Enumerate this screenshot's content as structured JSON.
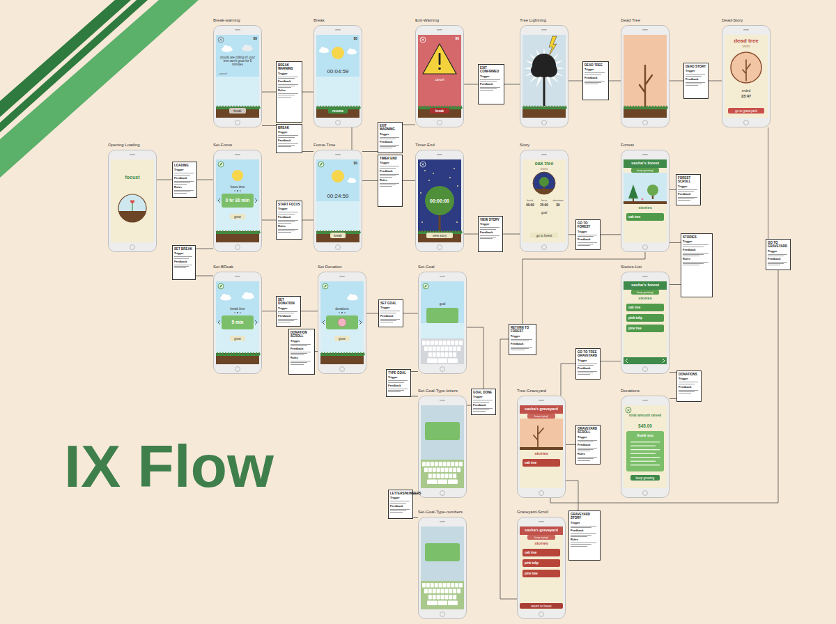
{
  "diagram": {
    "title": "IX Flow",
    "nodes": [
      {
        "text": [
          "Break-warning",
          "$0",
          "clouds are rolling in! your tree won't grow for 5 minutes",
          "cancel",
          "break"
        ]
      },
      {
        "text": [
          "Break",
          "$0",
          "00:04:59",
          "resume"
        ]
      },
      {
        "text": [
          "Exit-Warning",
          "$0",
          "cancel",
          "break"
        ]
      },
      {
        "text": [
          "Tree Lightning"
        ]
      },
      {
        "text": [
          "Dead Tree"
        ]
      },
      {
        "text": [
          "Dead-Story",
          "dead tree",
          "5/5/15",
          "ended",
          "23:47",
          "go to graveyard"
        ]
      },
      {
        "text": [
          "Opening Loading",
          "focust"
        ]
      },
      {
        "text": [
          "Set-Focus",
          "focus time",
          "0 hr 30 min",
          "grow"
        ]
      },
      {
        "text": [
          "Focus-Time",
          "$0",
          "00:24:59",
          "break"
        ]
      },
      {
        "text": [
          "Timer-End",
          "00:00:00",
          "view story"
        ]
      },
      {
        "text": [
          "Story",
          "oak tree",
          "5/5/15",
          "break",
          "focus",
          "donations",
          "00:00",
          "25:00",
          "$0",
          "goal",
          "go to forest"
        ]
      },
      {
        "text": [
          "Forrest",
          "sasha's forest",
          "keep growing!",
          "stories",
          "oak tree"
        ]
      },
      {
        "text": [
          "Set-BReak",
          "break time",
          "5 min",
          "grow"
        ]
      },
      {
        "text": [
          "Set Donation",
          "donations",
          "grow"
        ]
      },
      {
        "text": [
          "Set-Goal",
          "goal"
        ]
      },
      {
        "text": [
          "Stories-List",
          "sasha's forest",
          "keep growing!",
          "stories",
          "oak tree",
          "pink tulip",
          "pine tree"
        ]
      },
      {
        "text": [
          "Set-Goal-Type-letters"
        ]
      },
      {
        "text": [
          "Tree-Graveyard",
          "sasha's graveyard",
          "keep trying!",
          "stories",
          "oak tree"
        ]
      },
      {
        "text": [
          "Donations",
          "total amount raised",
          "$45.00",
          "thank you",
          "keep growing"
        ]
      },
      {
        "text": [
          "Set-Goal-Type-numbers"
        ]
      },
      {
        "text": [
          "Graveyard-Scroll",
          "sasha's graveyard",
          "keep trying!",
          "stories",
          "oak tree",
          "pink tulip",
          "pine tree",
          "return to forest"
        ]
      },
      {
        "text": [
          "LOADING",
          "Trigger",
          "Feedback",
          "Rules"
        ]
      },
      {
        "text": [
          "SET BREAK",
          "Trigger",
          "Feedback"
        ]
      },
      {
        "text": [
          "START FOCUS",
          "Trigger",
          "Feedback",
          "Rules"
        ]
      },
      {
        "text": [
          "BREAK",
          "Trigger",
          "Feedback"
        ]
      },
      {
        "text": [
          "BREAK WARNING",
          "Trigger",
          "Feedback",
          "Rules"
        ]
      },
      {
        "text": [
          "EXIT WARNING",
          "Trigger",
          "Feedback"
        ]
      },
      {
        "text": [
          "TIMER END",
          "Trigger",
          "Feedback",
          "Rules"
        ]
      },
      {
        "text": [
          "EXIT CONFIRMED",
          "Trigger",
          "Feedback"
        ]
      },
      {
        "text": [
          "DEAD TREE",
          "Trigger",
          "Feedback"
        ]
      },
      {
        "text": [
          "DEAD STORY",
          "Trigger",
          "Feedback"
        ]
      },
      {
        "text": [
          "VIEW STORY",
          "Trigger",
          "Feedback"
        ]
      },
      {
        "text": [
          "GO TO FOREST",
          "Trigger",
          "Feedback"
        ]
      },
      {
        "text": [
          "FOREST SCROLL",
          "Trigger",
          "Feedback"
        ]
      },
      {
        "text": [
          "STORIES",
          "Trigger",
          "Feedback",
          "Rules"
        ]
      },
      {
        "text": [
          "GO TO GRAVEYARD",
          "Trigger",
          "Feedback"
        ]
      },
      {
        "text": [
          "SET DONATION",
          "Trigger",
          "Feedback"
        ]
      },
      {
        "text": [
          "DONATION SCROLL",
          "Trigger",
          "Feedback",
          "Rules"
        ]
      },
      {
        "text": [
          "SET GOAL",
          "Trigger",
          "Feedback"
        ]
      },
      {
        "text": [
          "TYPE GOAL",
          "Trigger",
          "Feedback"
        ]
      },
      {
        "text": [
          "GOAL DONE",
          "Trigger",
          "Feedback"
        ]
      },
      {
        "text": [
          "LETTERS/NUMBERS",
          "Trigger",
          "Feedback"
        ]
      },
      {
        "text": [
          "RETURN TO FOREST",
          "Trigger",
          "Feedback"
        ]
      },
      {
        "text": [
          "GO TO TREE GRAVEYARD",
          "Trigger",
          "Feedback"
        ]
      },
      {
        "text": [
          "DONATIONS",
          "Trigger",
          "Feedback"
        ]
      },
      {
        "text": [
          "GRAVEYARD SCROLL",
          "Trigger",
          "Feedback",
          "Rules"
        ]
      },
      {
        "text": [
          "GRAVEYARD STORY",
          "Trigger",
          "Feedback",
          "Rules"
        ]
      }
    ],
    "edges": [
      {
        "from": 6,
        "to": 21,
        "arrow": "none"
      },
      {
        "from": 21,
        "to": 7,
        "arrow": "none"
      },
      {
        "from": 7,
        "to": 22,
        "arrow": "none"
      },
      {
        "from": 22,
        "to": 12,
        "arrow": "none"
      },
      {
        "from": 7,
        "to": 23,
        "arrow": "none"
      },
      {
        "from": 23,
        "to": 8,
        "arrow": "none"
      },
      {
        "from": 8,
        "to": 24,
        "arrow": "none"
      },
      {
        "from": 24,
        "to": 0,
        "arrow": "none"
      },
      {
        "from": 0,
        "to": 25,
        "arrow": "none"
      },
      {
        "from": 25,
        "to": 1,
        "arrow": "none"
      },
      {
        "from": 1,
        "to": 8,
        "arrow": "none"
      },
      {
        "from": 8,
        "to": 26,
        "arrow": "none"
      },
      {
        "from": 26,
        "to": 2,
        "arrow": "none"
      },
      {
        "from": 8,
        "to": 27,
        "arrow": "none"
      },
      {
        "from": 27,
        "to": 9,
        "arrow": "none"
      },
      {
        "from": 2,
        "to": 28,
        "arrow": "none"
      },
      {
        "from": 28,
        "to": 3,
        "arrow": "none"
      },
      {
        "from": 3,
        "to": 29,
        "arrow": "none"
      },
      {
        "from": 29,
        "to": 4,
        "arrow": "none"
      },
      {
        "from": 4,
        "to": 30,
        "arrow": "none"
      },
      {
        "from": 30,
        "to": 5,
        "arrow": "none"
      },
      {
        "from": 9,
        "to": 31,
        "arrow": "none"
      },
      {
        "from": 31,
        "to": 10,
        "arrow": "none"
      },
      {
        "from": 10,
        "to": 32,
        "arrow": "none"
      },
      {
        "from": 32,
        "to": 11,
        "arrow": "none"
      },
      {
        "from": 11,
        "to": 33,
        "arrow": "none"
      },
      {
        "from": 11,
        "to": 34,
        "arrow": "none"
      },
      {
        "from": 34,
        "to": 15,
        "arrow": "none"
      },
      {
        "from": 5,
        "to": 35,
        "arrow": "none"
      },
      {
        "from": 35,
        "to": 17,
        "arrow": "none"
      },
      {
        "from": 12,
        "to": 36,
        "arrow": "none"
      },
      {
        "from": 36,
        "to": 13,
        "arrow": "none"
      },
      {
        "from": 13,
        "to": 37,
        "arrow": "none"
      },
      {
        "from": 13,
        "to": 38,
        "arrow": "none"
      },
      {
        "from": 38,
        "to": 14,
        "arrow": "none"
      },
      {
        "from": 14,
        "to": 39,
        "arrow": "none"
      },
      {
        "from": 39,
        "to": 16,
        "arrow": "none"
      },
      {
        "from": 16,
        "to": 40,
        "arrow": "none"
      },
      {
        "from": 40,
        "to": 14,
        "arrow": "none"
      },
      {
        "from": 16,
        "to": 41,
        "arrow": "none"
      },
      {
        "from": 41,
        "to": 19,
        "arrow": "none"
      },
      {
        "from": 20,
        "to": 42,
        "arrow": "none"
      },
      {
        "from": 42,
        "to": 11,
        "arrow": "none"
      },
      {
        "from": 15,
        "to": 43,
        "arrow": "none"
      },
      {
        "from": 43,
        "to": 17,
        "arrow": "none"
      },
      {
        "from": 15,
        "to": 44,
        "arrow": "none"
      },
      {
        "from": 44,
        "to": 18,
        "arrow": "none"
      },
      {
        "from": 17,
        "to": 45,
        "arrow": "none"
      },
      {
        "from": 17,
        "to": 46,
        "arrow": "none"
      }
    ]
  }
}
